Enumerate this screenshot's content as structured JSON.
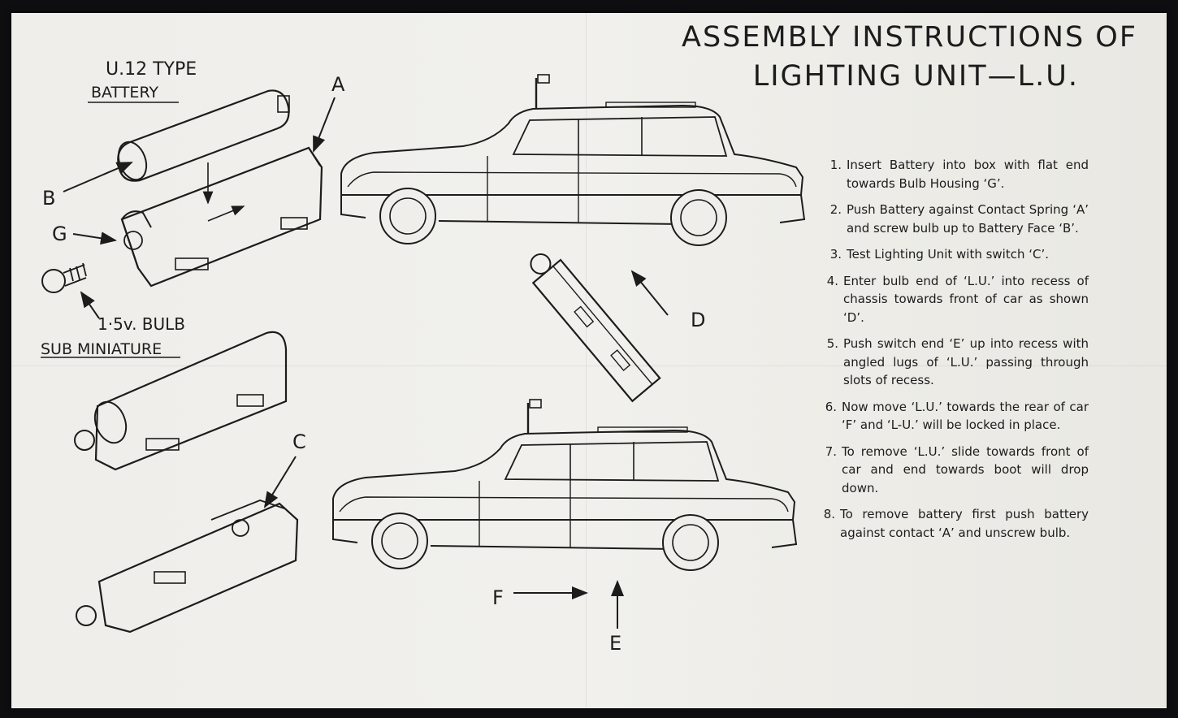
{
  "title": {
    "line1": "ASSEMBLY INSTRUCTIONS OF",
    "line2": "LIGHTING UNIT—L.U."
  },
  "labels": {
    "battery_type": "U.12 TYPE",
    "battery": "BATTERY",
    "bulb_voltage": "1·5v. BULB",
    "bulb_type": "SUB MINIATURE",
    "A": "A",
    "B": "B",
    "C": "C",
    "D": "D",
    "E": "E",
    "F": "F",
    "G": "G"
  },
  "steps": [
    {
      "num": "1.",
      "text": "Insert Battery into box with flat end towards Bulb Housing ‘G’."
    },
    {
      "num": "2.",
      "text": "Push Battery against Contact Spring ‘A’ and screw bulb up to Battery Face ‘B’."
    },
    {
      "num": "3.",
      "text": "Test Lighting Unit with switch ‘C’."
    },
    {
      "num": "4.",
      "text": "Enter bulb end of ‘L.U.’ into recess of chassis towards front of car as shown ‘D’."
    },
    {
      "num": "5.",
      "text": "Push switch end ‘E’ up into recess with angled lugs of ‘L.U.’ passing through slots of recess."
    },
    {
      "num": "6.",
      "text": "Now move ‘L.U.’ towards the rear of car ‘F’ and ‘L-U.’ will be locked in place."
    },
    {
      "num": "7.",
      "text": "To remove ‘L.U.’ slide towards front of car and end towards boot will drop down."
    },
    {
      "num": "8.",
      "text": "To remove battery first push battery against contact ‘A’ and unscrew bulb."
    }
  ],
  "icons": {
    "battery": "battery-icon",
    "bulb": "bulb-icon",
    "battery_box": "battery-box-icon",
    "lighting_unit": "lighting-unit-icon",
    "car": "car-icon",
    "arrow": "arrow-icon"
  },
  "colors": {
    "paper": "#efeeea",
    "ink": "#1c1c1c",
    "background": "#0e0e10"
  }
}
